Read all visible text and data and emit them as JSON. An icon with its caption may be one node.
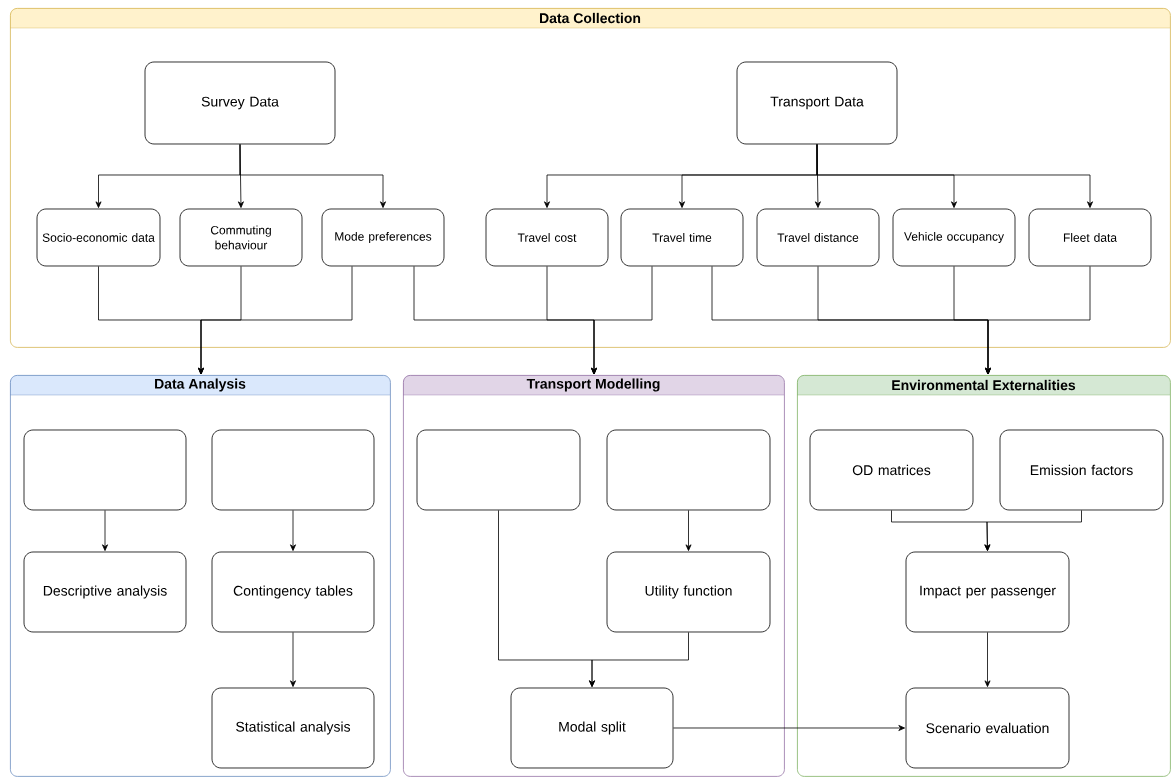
{
  "diagram": {
    "nodes": [
      {
        "text": [
          "Data Collection"
        ]
      },
      {
        "text": [
          "Survey Data"
        ],
        "in": 0
      },
      {
        "text": [
          "Transport Data"
        ],
        "in": 0
      },
      {
        "text": [
          "Socio-economic data"
        ],
        "in": 0
      },
      {
        "text": [
          "Commuting behaviour"
        ],
        "in": 0
      },
      {
        "text": [
          "Mode preferences"
        ],
        "in": 0
      },
      {
        "text": [
          "Travel cost"
        ],
        "in": 0
      },
      {
        "text": [
          "Travel time"
        ],
        "in": 0
      },
      {
        "text": [
          "Travel distance"
        ],
        "in": 0
      },
      {
        "text": [
          "Vehicle occupancy"
        ],
        "in": 0
      },
      {
        "text": [
          "Fleet data"
        ],
        "in": 0
      },
      {
        "text": [
          "Data Analysis"
        ]
      },
      {
        "text": [
          "Transport Modelling"
        ]
      },
      {
        "text": [
          "Environmental Externalities"
        ]
      },
      {
        "text": [],
        "shape": "box",
        "in": 11
      },
      {
        "text": [],
        "shape": "box",
        "in": 11
      },
      {
        "text": [
          "Descriptive analysis"
        ],
        "in": 11
      },
      {
        "text": [
          "Contingency tables"
        ],
        "in": 11
      },
      {
        "text": [
          "Statistical analysis"
        ],
        "in": 11
      },
      {
        "text": [],
        "shape": "box",
        "in": 12
      },
      {
        "text": [],
        "shape": "box",
        "in": 12
      },
      {
        "text": [
          "Utility function"
        ],
        "in": 12
      },
      {
        "text": [
          "Modal split"
        ],
        "in": 12
      },
      {
        "text": [
          "OD matrices"
        ],
        "in": 13
      },
      {
        "text": [
          "Emission factors"
        ],
        "in": 13
      },
      {
        "text": [
          "Impact per passenger"
        ],
        "in": 13
      },
      {
        "text": [
          "Scenario evaluation"
        ],
        "in": 13
      }
    ],
    "edges": [
      {
        "from": 1,
        "to": 3,
        "arrow": "to"
      },
      {
        "from": 1,
        "to": 4,
        "arrow": "to"
      },
      {
        "from": 1,
        "to": 5,
        "arrow": "to"
      },
      {
        "from": 2,
        "to": 6,
        "arrow": "to"
      },
      {
        "from": 2,
        "to": 7,
        "arrow": "to"
      },
      {
        "from": 2,
        "to": 8,
        "arrow": "to"
      },
      {
        "from": 2,
        "to": 9,
        "arrow": "to"
      },
      {
        "from": 2,
        "to": 10,
        "arrow": "to"
      },
      {
        "from": 3,
        "to": 11,
        "arrow": "to"
      },
      {
        "from": 4,
        "to": 11,
        "arrow": "to"
      },
      {
        "from": 5,
        "to": 11,
        "arrow": "to"
      },
      {
        "from": 5,
        "to": 12,
        "arrow": "to"
      },
      {
        "from": 6,
        "to": 12,
        "arrow": "to"
      },
      {
        "from": 7,
        "to": 12,
        "arrow": "to"
      },
      {
        "from": 7,
        "to": 13,
        "arrow": "to"
      },
      {
        "from": 8,
        "to": 13,
        "arrow": "to"
      },
      {
        "from": 9,
        "to": 13,
        "arrow": "to"
      },
      {
        "from": 10,
        "to": 13,
        "arrow": "to"
      },
      {
        "from": 14,
        "to": 16,
        "arrow": "to"
      },
      {
        "from": 15,
        "to": 17,
        "arrow": "to"
      },
      {
        "from": 17,
        "to": 18,
        "arrow": "to"
      },
      {
        "from": 19,
        "to": 22,
        "arrow": "to"
      },
      {
        "from": 21,
        "to": 22,
        "arrow": "to"
      },
      {
        "from": 20,
        "to": 21,
        "arrow": "to"
      },
      {
        "from": 23,
        "to": 25,
        "arrow": "to"
      },
      {
        "from": 24,
        "to": 25,
        "arrow": "to"
      },
      {
        "from": 25,
        "to": 26,
        "arrow": "to"
      },
      {
        "from": 22,
        "to": 26,
        "arrow": "to"
      }
    ]
  }
}
